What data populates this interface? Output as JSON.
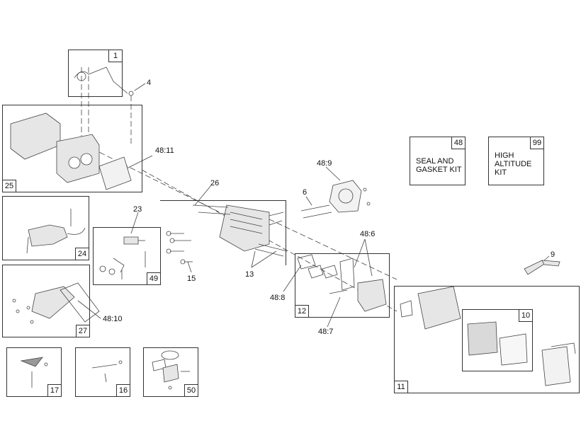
{
  "callouts": {
    "c4": "4",
    "c48_11": "48:11",
    "c26": "26",
    "c23": "23",
    "c15": "15",
    "c13": "13",
    "c6": "6",
    "c48_9": "48:9",
    "c48_6": "48:6",
    "c48_8": "48:8",
    "c48_7": "48:7",
    "c9": "9",
    "c48_10": "48:10"
  },
  "boxes": {
    "b1": "1",
    "b25": "25",
    "b24": "24",
    "b27": "27",
    "b49": "49",
    "b12": "12",
    "b11": "11",
    "b10": "10",
    "b17": "17",
    "b16": "16",
    "b50": "50",
    "b48": "48",
    "b99": "99"
  },
  "kits": {
    "seal_line1": "SEAL AND",
    "seal_line2": "GASKET KIT",
    "high_line1": "HIGH",
    "high_line2": "ALTITUDE",
    "high_line3": "KIT"
  },
  "colors": {
    "line": "#333333",
    "part": "#555555",
    "fill": "#e6e6e6"
  }
}
